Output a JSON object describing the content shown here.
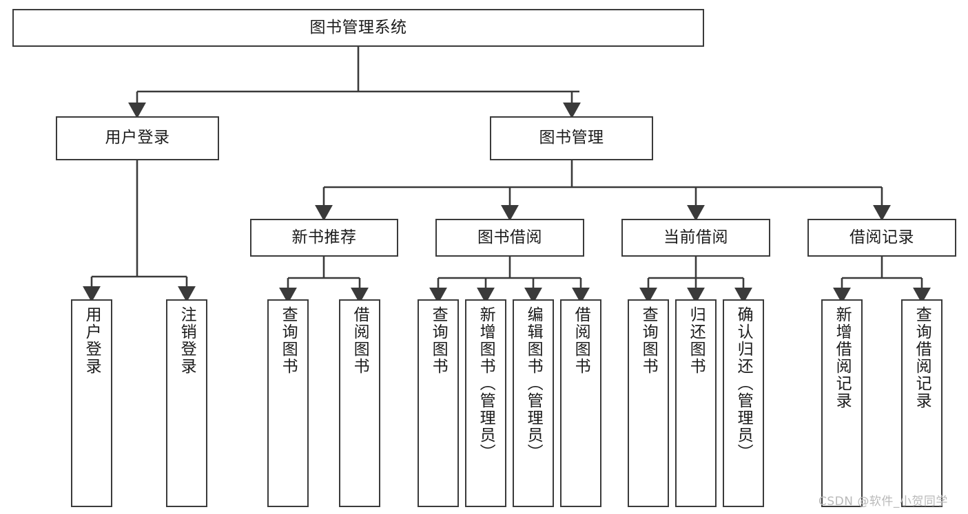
{
  "diagram": {
    "title": "图书管理系统",
    "type": "tree-hierarchy-chart",
    "background_color": "#ffffff",
    "line_color": "#3a3a3a",
    "text_color": "#1b1b1b"
  },
  "nodes": {
    "root": {
      "label": "图书管理系统"
    },
    "level2": [
      {
        "label": "用户登录"
      },
      {
        "label": "图书管理"
      }
    ],
    "level3": [
      {
        "label": "新书推荐"
      },
      {
        "label": "图书借阅"
      },
      {
        "label": "当前借阅"
      },
      {
        "label": "借阅记录"
      }
    ],
    "leaves": [
      {
        "label": "用户登录"
      },
      {
        "label": "注销登录"
      },
      {
        "label": "查询图书"
      },
      {
        "label": "借阅图书"
      },
      {
        "label": "查询图书"
      },
      {
        "label": "新增图书（管理员）"
      },
      {
        "label": "编辑图书（管理员）"
      },
      {
        "label": "借阅图书"
      },
      {
        "label": "查询图书"
      },
      {
        "label": "归还图书"
      },
      {
        "label": "确认归还（管理员）"
      },
      {
        "label": "新增借阅记录"
      },
      {
        "label": "查询借阅记录"
      }
    ]
  },
  "watermark": {
    "text": "CSDN @软件_小贺同学"
  }
}
